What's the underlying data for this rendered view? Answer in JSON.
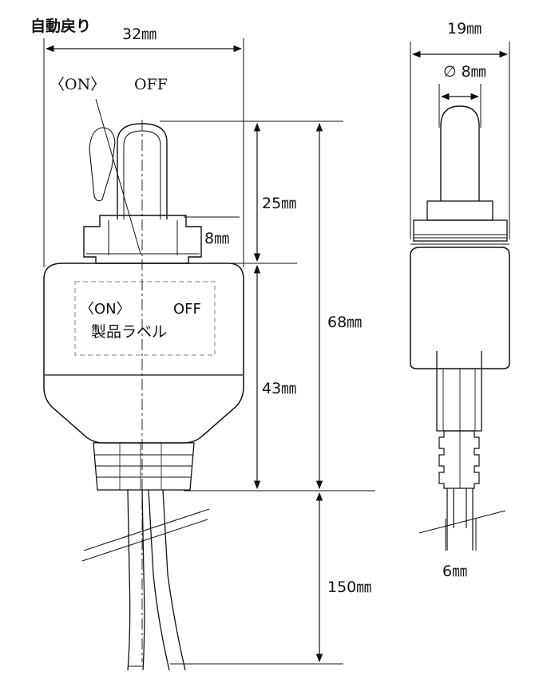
{
  "title": "自動戻り",
  "front_view": {
    "width_label": "32㎜",
    "on_position_label": "〈ON〉",
    "off_position_label": "OFF",
    "lever_height_label": "25㎜",
    "bushing_height_label": "8㎜",
    "body_height_label": "43㎜",
    "total_height_label": "68㎜",
    "lead_length_label": "150㎜",
    "product_label": {
      "on_text": "〈ON〉",
      "off_text": "OFF",
      "caption": "製品ラベル"
    }
  },
  "side_view": {
    "width_label": "19㎜",
    "lever_diameter_label": "∅ 8㎜",
    "lead_pitch_label": "6㎜"
  }
}
